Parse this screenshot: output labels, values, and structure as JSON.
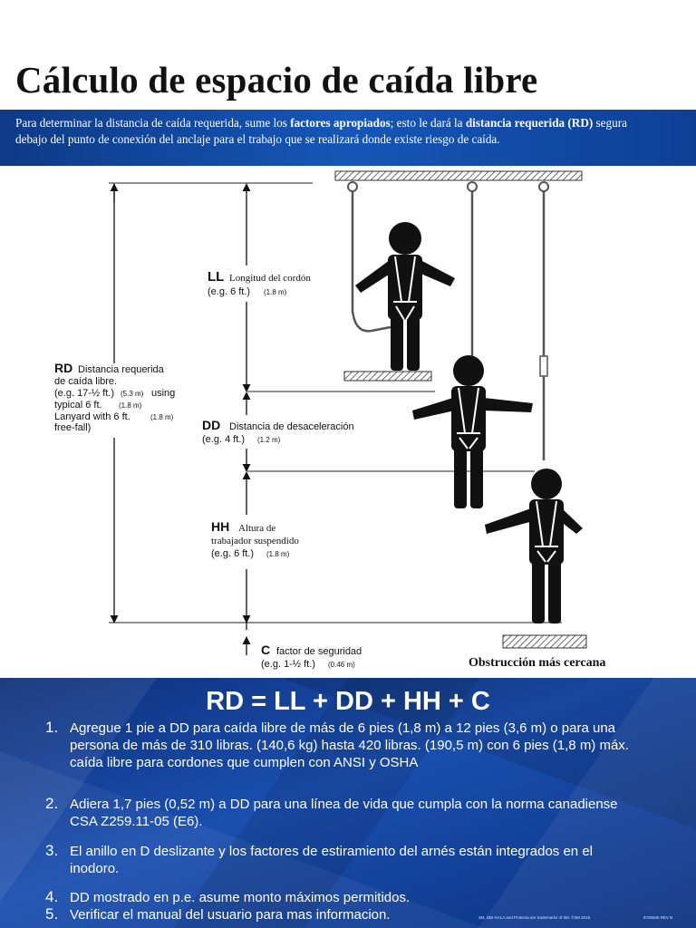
{
  "title": "Cálculo de espacio de caída libre",
  "intro": {
    "part1": "Para determinar la distancia de caída requerida, sume los ",
    "bold1": "factores apropiados",
    "part2": "; esto le dará la ",
    "bold2": "distancia requerida (RD)",
    "part3": " segura debajo del punto de conexión del anclaje para el trabajo que se realizará donde existe riesgo de caída."
  },
  "diagram": {
    "ll": {
      "abbr": "LL",
      "desc": "Longitud del cordón",
      "example": "(e.g. 6 ft.)",
      "metric": "(1.8 m)"
    },
    "rd": {
      "abbr": "RD",
      "line1": "Distancia requerida",
      "line2": "de caída libre.",
      "line3": "(e.g. 17-½ ft.)",
      "line3_metric": "(5.3 m)",
      "line3_tail": "using",
      "line4": "typical 6 ft.",
      "line4_metric": "(1.8 m)",
      "line5": "Lanyard with 6 ft.",
      "line5_metric": "(1.8 m)",
      "line6": "free-fall)"
    },
    "dd": {
      "abbr": "DD",
      "desc": "Distancia de desaceleración",
      "example": "(e.g. 4 ft.)",
      "metric": "(1.2 m)"
    },
    "hh": {
      "abbr": "HH",
      "line1": "Altura de",
      "line2": "trabajador suspendido",
      "example": "(e.g. 6 ft.)",
      "metric": "(1.8 m)"
    },
    "c": {
      "abbr": "C",
      "desc": "factor de seguridad",
      "example": "(e.g. 1-½ ft.)",
      "metric": "(0.46 m)"
    },
    "obstruction": "Obstrucción más cercana"
  },
  "formula": "RD = LL + DD + HH + C",
  "notes": [
    {
      "num": "1.",
      "text": "Agregue 1 pie a DD para caída libre de más de 6 pies (1,8 m) a 12 pies (3,6 m) o para una persona de más de 310 libras. (140,6 kg) hasta 420 libras. (190,5 m) con 6 pies (1,8 m) máx. caída libre para cordones que cumplen con ANSI y OSHA"
    },
    {
      "num": "2.",
      "text": "Adiera 1,7 pies (0,52 m) a DD para una línea de vida que cumpla con la norma canadiense CSA Z259.11-05 (E6)."
    },
    {
      "num": "3.",
      "text": "El anillo en D deslizante y los factores de estiramiento del arnés están integrados en el inodoro."
    },
    {
      "num": "4.",
      "text": "DD mostrado en p.e. asume monto máximos permitidos."
    },
    {
      "num": "5.",
      "text": "Verificar el manual del usuario para mas informacion."
    }
  ],
  "footer": {
    "trademark": "3M, DBI-SALA and Protecta are trademarks of 3M. ©3M 2016.",
    "code": "9700608 REV B"
  },
  "colors": {
    "band_blue": "#1556b8",
    "dark_blue": "#0d2f78",
    "text_dark": "#111111",
    "harness_white": "#ffffff"
  }
}
